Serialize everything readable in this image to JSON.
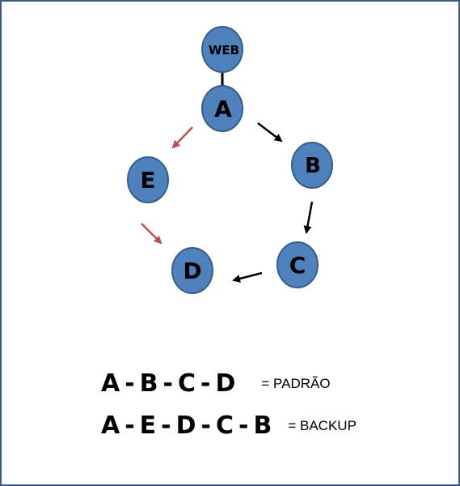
{
  "colors": {
    "node_fill": "#4f81bd",
    "node_stroke": "#385d8a",
    "edge_primary": "#000000",
    "edge_backup": "#c0504d",
    "frame": "#3d5a8a"
  },
  "nodes": {
    "web": "WEB",
    "a": "A",
    "b": "B",
    "c": "C",
    "d": "D",
    "e": "E"
  },
  "legend": {
    "primary": {
      "sequence": [
        "A",
        "B",
        "C",
        "D"
      ],
      "separator": "-",
      "label": "= PADRÃO"
    },
    "backup": {
      "sequence": [
        "A",
        "E",
        "D",
        "C",
        "B"
      ],
      "separator": "-",
      "label": "= BACKUP"
    }
  }
}
